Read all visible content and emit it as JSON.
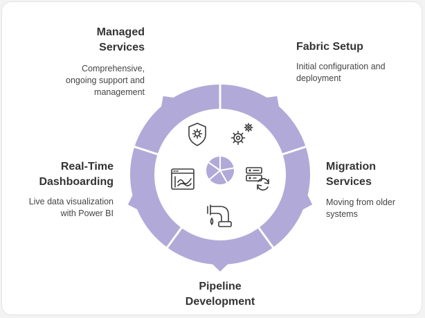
{
  "colors": {
    "ring": "#b1aad8",
    "ring_separator": "#ffffff",
    "icon_stroke": "#3a3a3a",
    "pie_fill": "#b1aad8"
  },
  "segments": {
    "managed": {
      "title": "Managed\nServices",
      "desc": "Comprehensive,\nongoing support and\nmanagement",
      "icon": "shield-gear-icon"
    },
    "fabric": {
      "title": "Fabric Setup",
      "desc": "Initial configuration and\ndeployment",
      "icon": "gears-icon"
    },
    "migration": {
      "title": "Migration\nServices",
      "desc": "Moving from older\nsystems",
      "icon": "server-sync-icon"
    },
    "pipeline": {
      "title": "Pipeline\nDevelopment",
      "icon": "pipe-faucet-icon"
    },
    "realtime": {
      "title": "Real-Time\nDashboarding",
      "desc": "Live data visualization\nwith Power BI",
      "icon": "dashboard-chart-icon"
    }
  },
  "center_icon": "pie-chart-icon"
}
